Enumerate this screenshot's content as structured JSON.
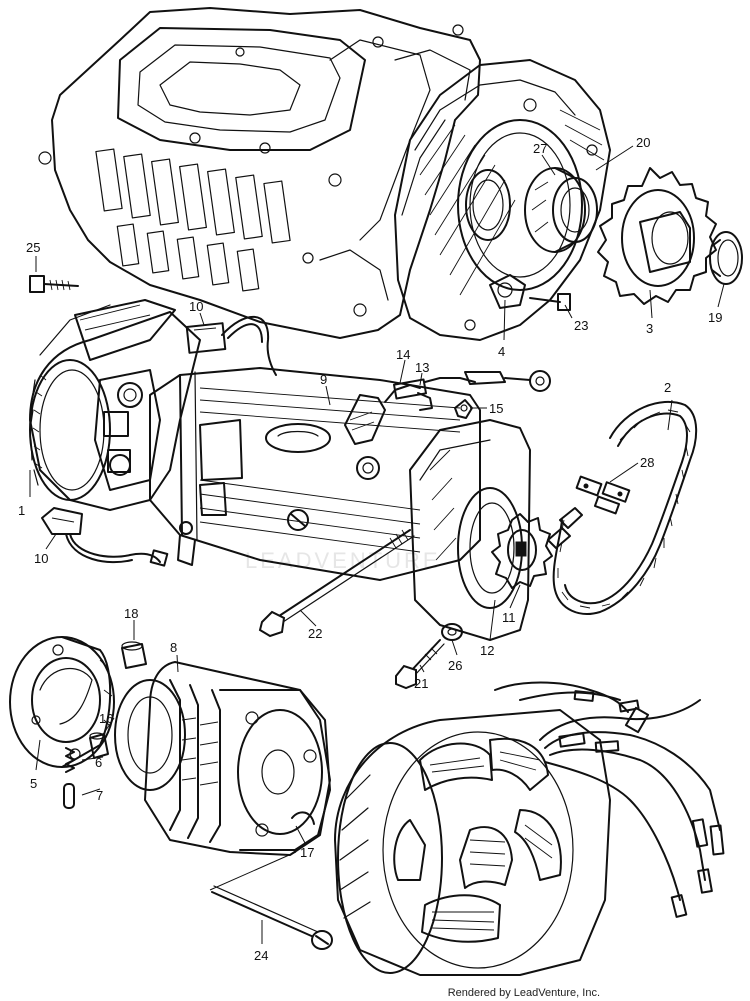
{
  "callouts": [
    "1",
    "2",
    "3",
    "4",
    "5",
    "6",
    "7",
    "8",
    "9",
    "10",
    "10",
    "11",
    "12",
    "13",
    "14",
    "15",
    "16",
    "17",
    "18",
    "19",
    "20",
    "21",
    "22",
    "23",
    "24",
    "25",
    "26",
    "27",
    "28"
  ],
  "watermark": "LEADVENTURE",
  "footer": {
    "credit": "Rendered by LeadVenture, Inc."
  }
}
